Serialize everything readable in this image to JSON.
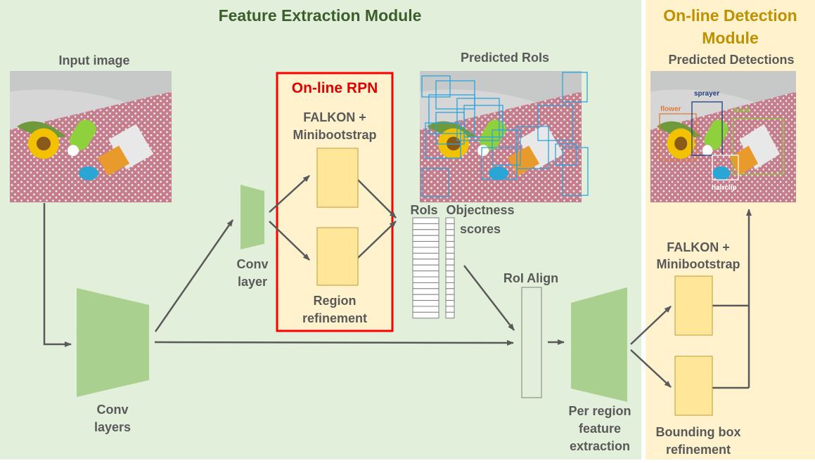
{
  "modules": {
    "feature_extraction": {
      "title": "Feature Extraction Module"
    },
    "online_detection": {
      "title_line1": "On-line Detection",
      "title_line2": "Module"
    },
    "online_rpn": {
      "title": "On-line RPN"
    }
  },
  "labels": {
    "input_image": "Input image",
    "predicted_rois": "Predicted RoIs",
    "predicted_detections": "Predicted Detections",
    "conv_layers_1": "Conv",
    "conv_layers_2": "layers",
    "conv_layer_1": "Conv",
    "conv_layer_2": "layer",
    "rpn_falkon_1": "FALKON +",
    "rpn_falkon_2": "Minibootstrap",
    "region_refinement_1": "Region",
    "region_refinement_2": "refinement",
    "rois": "RoIs",
    "objectness_1": "Objectness",
    "objectness_2": "scores",
    "roi_align": "RoI Align",
    "per_region_1": "Per region",
    "per_region_2": "feature",
    "per_region_3": "extraction",
    "det_falkon_1": "FALKON +",
    "det_falkon_2": "Minibootstrap",
    "bbox_refinement_1": "Bounding box",
    "bbox_refinement_2": "refinement"
  },
  "detections": [
    {
      "label": "flower",
      "color": "#e07a3a"
    },
    {
      "label": "sprayer",
      "color": "#1f3d7a"
    },
    {
      "label": "book",
      "color": "#8dc63f"
    },
    {
      "label": "hairclip",
      "color": "#ffffff"
    }
  ],
  "colors": {
    "feature_bg": "#e2efda",
    "detection_bg": "#fff2cc",
    "rpn_bg": "#fff2cc",
    "rpn_border": "#ff0000",
    "green_block": "#a9d08e",
    "yellow_block": "#ffe699",
    "arrow": "#595959",
    "roi_box": "#29a3e0"
  }
}
